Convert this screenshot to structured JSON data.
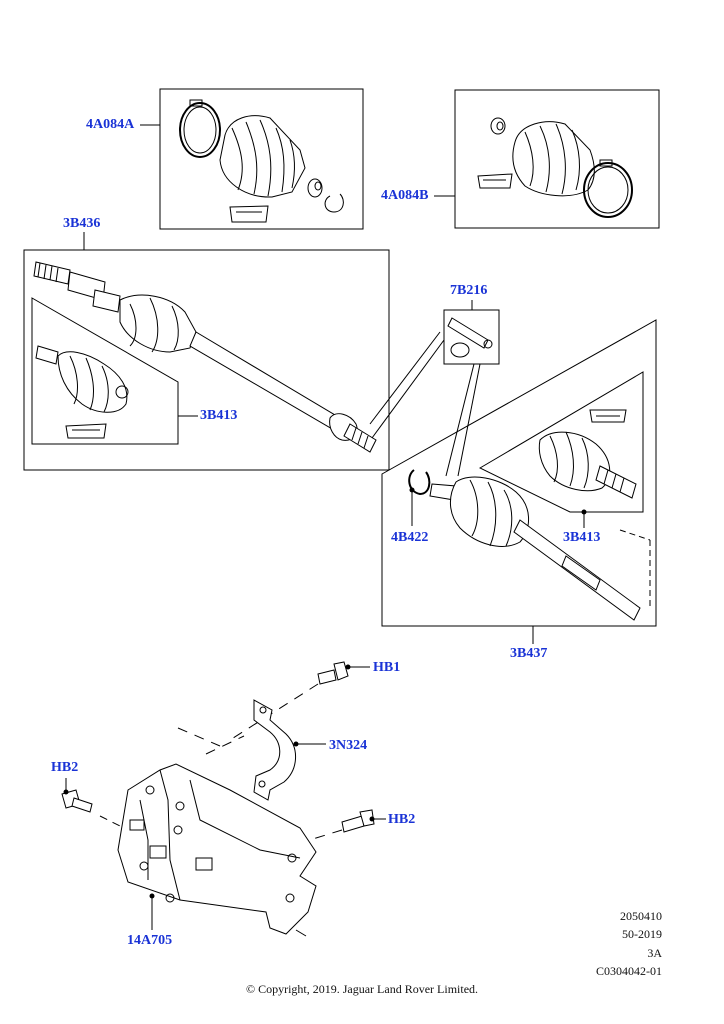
{
  "callouts": {
    "c4A084A": "4A084A",
    "c4A084B": "4A084B",
    "c3B436": "3B436",
    "c3B413_left": "3B413",
    "c7B216": "7B216",
    "c4B422": "4B422",
    "c3B413_right": "3B413",
    "c3B437": "3B437",
    "cHB1": "HB1",
    "c3N324": "3N324",
    "cHB2_left": "HB2",
    "cHB2_right": "HB2",
    "c14A705": "14A705"
  },
  "meta": {
    "line1": "2050410",
    "line2": "50-2019",
    "line3": "3A",
    "line4": "C0304042-01"
  },
  "copyright": "© Copyright, 2019. Jaguar Land Rover Limited.",
  "colors": {
    "callout": "#1a33d6",
    "line": "#000000",
    "part_fill": "#ffffff"
  }
}
